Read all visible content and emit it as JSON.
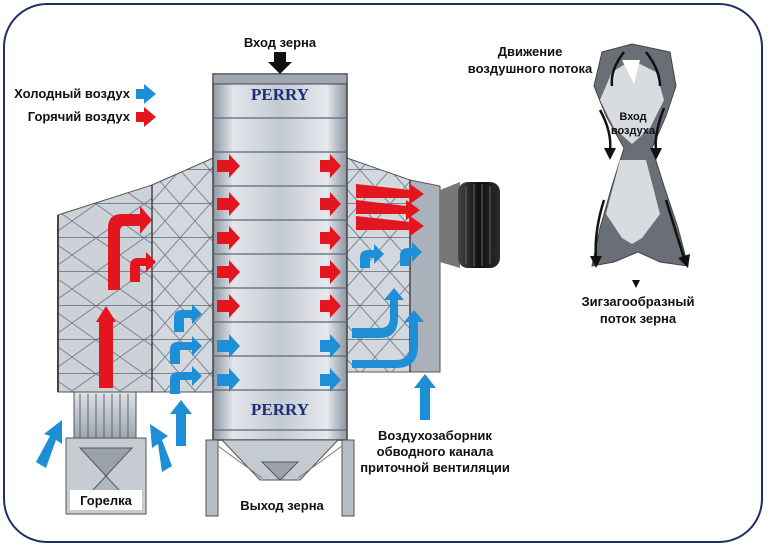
{
  "labels": {
    "grain_in": "Вход зерна",
    "cold_air": "Холодный воздух",
    "hot_air": "Горячий воздух",
    "brand_top": "PERRY",
    "brand_bottom": "PERRY",
    "grain_out": "Выход зерна",
    "burner": "Горелка",
    "airflow_line1": "Движение",
    "airflow_line2": "воздушного потока",
    "air_in_line1": "Вход",
    "air_in_line2": "воздуха",
    "zigzag_line1": "Зигзагообразный",
    "zigzag_line2": "поток зерна",
    "bypass_line1": "Воздухозаборник",
    "bypass_line2": "обводного канала",
    "bypass_line3": "приточной вентиляции"
  },
  "colors": {
    "hot_arrow": "#e3161f",
    "cold_arrow": "#1e8fd6",
    "metal": "#c9ced6",
    "frame": "#1d2f63"
  },
  "icons": [
    "down-arrow-icon",
    "hot-air-arrow-icon",
    "cold-air-arrow-icon"
  ]
}
